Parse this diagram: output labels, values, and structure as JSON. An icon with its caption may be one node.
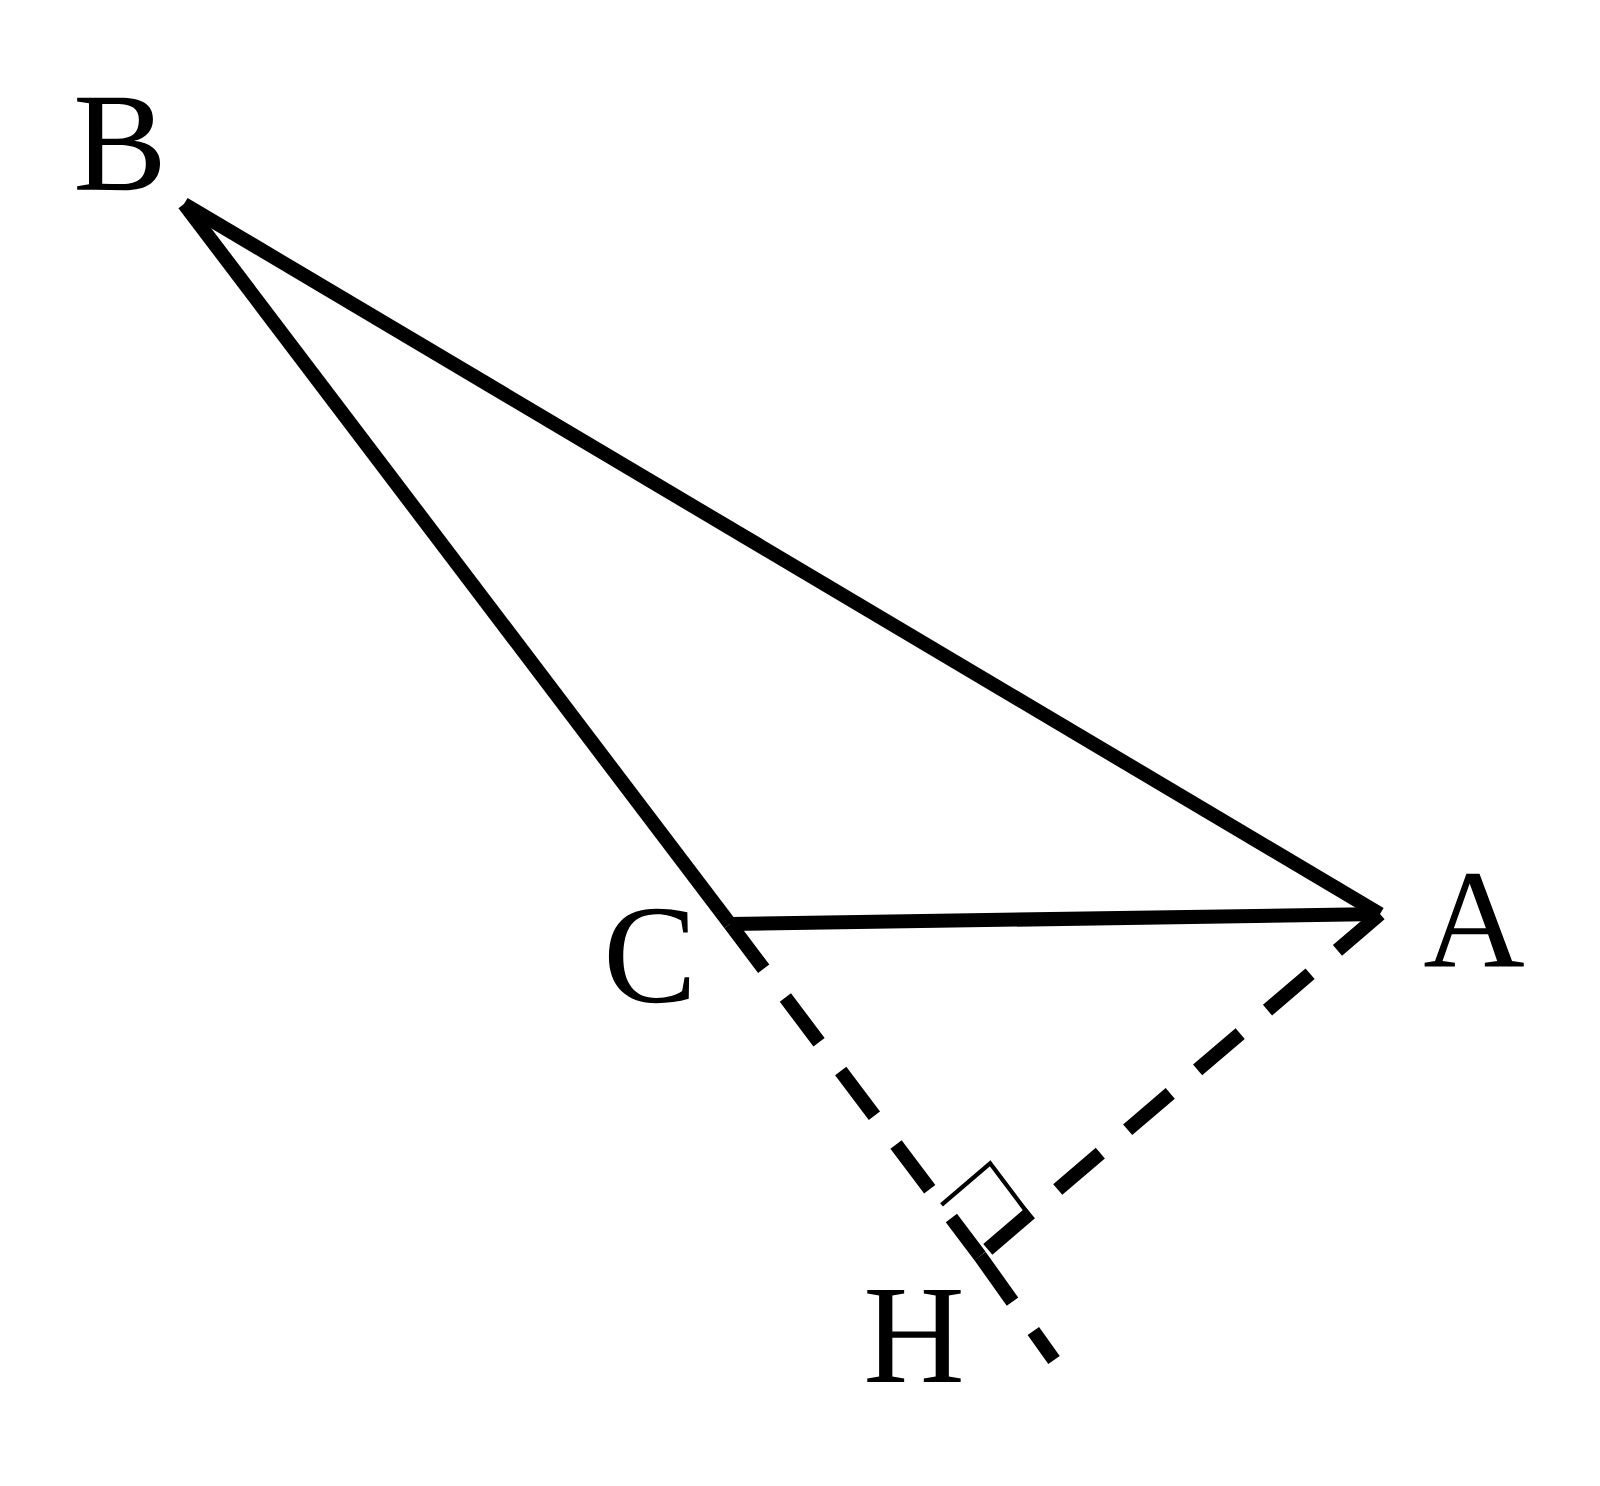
{
  "diagram": {
    "nodes": [
      {
        "text": [
          "B"
        ]
      },
      {
        "text": [
          "C"
        ]
      },
      {
        "text": [
          "A"
        ]
      },
      {
        "text": [
          "H"
        ]
      }
    ],
    "edges": [
      {
        "from": 0,
        "to": 2,
        "arrow": "none"
      },
      {
        "from": 0,
        "to": 1,
        "arrow": "none"
      },
      {
        "from": 1,
        "to": 2,
        "arrow": "none"
      },
      {
        "from": 1,
        "to": 3,
        "arrow": "none",
        "style": "dashed"
      },
      {
        "from": 2,
        "to": 3,
        "arrow": "none",
        "style": "dashed"
      },
      {
        "from": 3,
        "to": null,
        "arrow": "none",
        "style": "dashed"
      }
    ]
  }
}
